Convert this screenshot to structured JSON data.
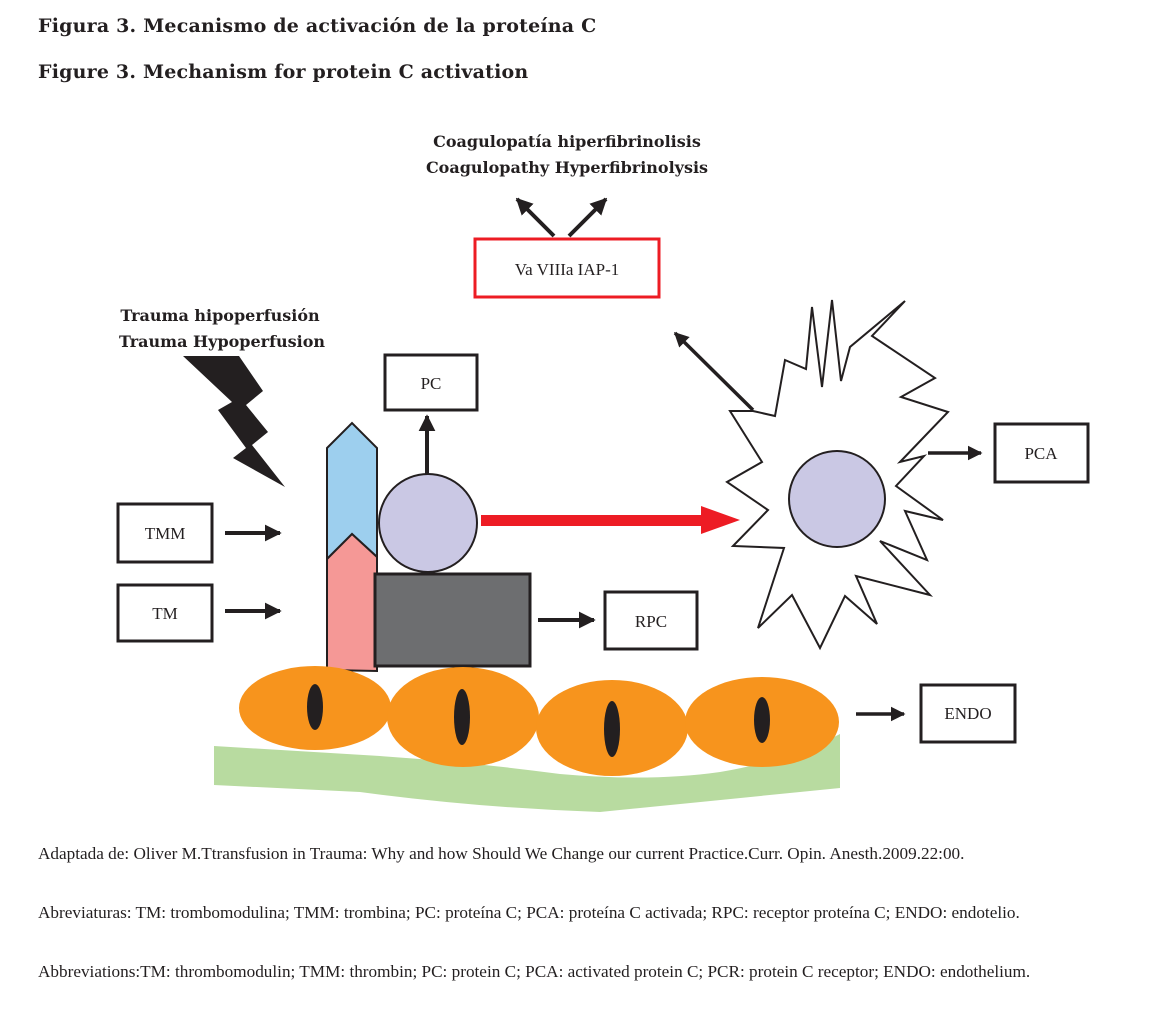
{
  "titles": {
    "es": "Figura 3. Mecanismo de activación de la proteína C",
    "en": "Figure 3. Mechanism for protein C activation"
  },
  "labels": {
    "coag_es": "Coagulopatía hiperfibrinolisis",
    "coag_en": "Coagulopathy Hyperfibrinolysis",
    "trauma_es": "Trauma hipoperfusión",
    "trauma_en": "Trauma Hypoperfusion"
  },
  "boxes": {
    "factors": "Va VIIIa IAP-1",
    "pc": "PC",
    "tmm": "TMM",
    "tm": "TM",
    "rpc": "RPC",
    "pca": "PCA",
    "endo": "ENDO"
  },
  "captions": {
    "source": "Adaptada de: Oliver M.Ttransfusion in Trauma: Why and how Should We Change our current Practice.Curr. Opin. Anesth.2009.22:00.",
    "abbr_es": "Abreviaturas: TM: trombomodulina; TMM: trombina; PC: proteína C; PCA: proteína C activada; RPC: receptor proteína C; ENDO: endotelio.",
    "abbr_en": "Abbreviations:TM: thrombomodulin; TMM: thrombin; PC: protein C; PCA: activated protein C; PCR: protein C receptor; ENDO: endothelium."
  },
  "colors": {
    "ink": "#231f20",
    "red": "#ed1c24",
    "thrombomodulin_blue": "#9dcfee",
    "thrombin_pink": "#f59896",
    "protein_c_lilac": "#cac8e4",
    "receptor_gray": "#6d6e70",
    "endothelial_orange": "#f7941d",
    "basement_green": "#b8dba0"
  }
}
